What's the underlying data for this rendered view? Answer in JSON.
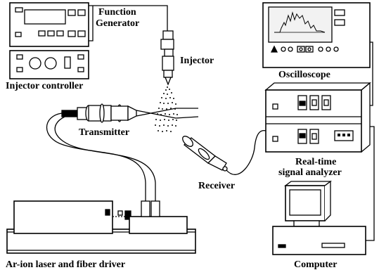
{
  "labels": {
    "function_generator_line1": "Function",
    "function_generator_line2": "Generator",
    "injector": "Injector",
    "injector_controller": "Injector controller",
    "oscilloscope": "Oscilloscope",
    "transmitter": "Transmitter",
    "analyzer_line1": "Real-time",
    "analyzer_line2": "signal analyzer",
    "receiver": "Receiver",
    "laser": "Ar-ion laser and fiber driver",
    "computer": "Computer"
  },
  "colors": {
    "ink": "#000000",
    "paper": "#ffffff",
    "screen": "#f2f2f2"
  }
}
